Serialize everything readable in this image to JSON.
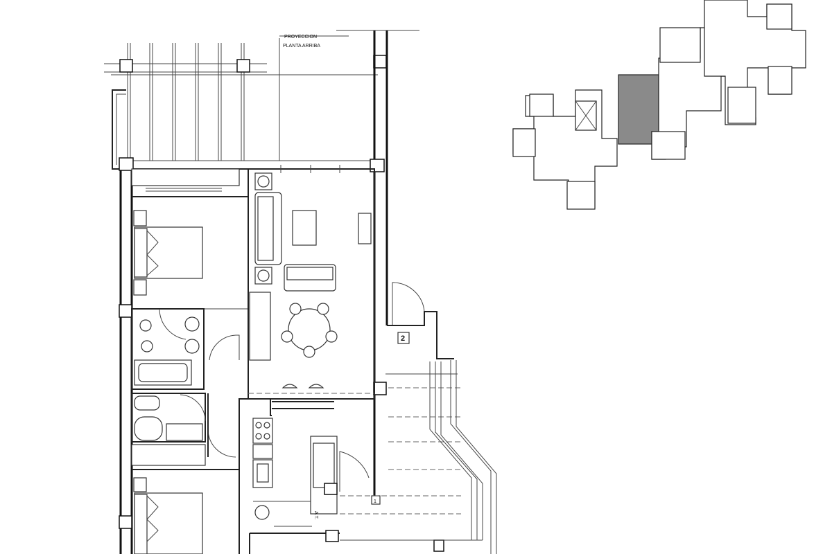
{
  "plan": {
    "projection_label_line1": "PROYECCION",
    "projection_label_line2": "PLANTA ARRIBA",
    "stair_number_upper": "2",
    "stair_number_lower": "1",
    "service_label": "A.T."
  },
  "key_plan": {
    "highlight_color": "#8a8a8a"
  }
}
